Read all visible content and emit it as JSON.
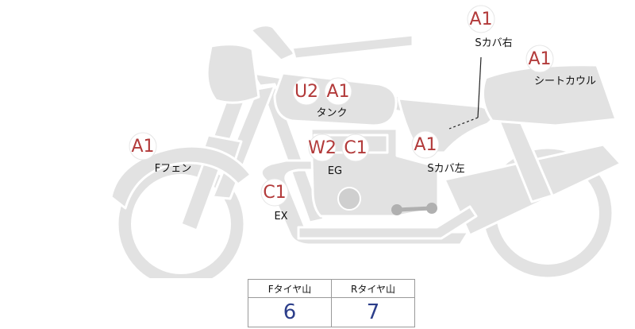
{
  "badges": [
    {
      "id": "s-cover-right",
      "codes": [
        "A1"
      ],
      "label": "Sカバ右"
    },
    {
      "id": "seat-cowl",
      "codes": [
        "A1"
      ],
      "label": "シートカウル"
    },
    {
      "id": "tank",
      "codes": [
        "U2",
        "A1"
      ],
      "label": "タンク"
    },
    {
      "id": "front-fender",
      "codes": [
        "A1"
      ],
      "label": "Fフェン"
    },
    {
      "id": "engine",
      "codes": [
        "W2",
        "C1"
      ],
      "label": "EG"
    },
    {
      "id": "s-cover-left",
      "codes": [
        "A1"
      ],
      "label": "Sカバ左"
    },
    {
      "id": "exhaust",
      "codes": [
        "C1"
      ],
      "label": "EX"
    }
  ],
  "tire_table": {
    "headers": [
      "Fタイヤ山",
      "Rタイヤ山"
    ],
    "values": [
      "6",
      "7"
    ]
  },
  "colors": {
    "bike_fill": "#e2e2e2",
    "bike_stroke": "#ffffff",
    "badge_text": "#b23a3a",
    "table_value": "#2c3e8a"
  }
}
